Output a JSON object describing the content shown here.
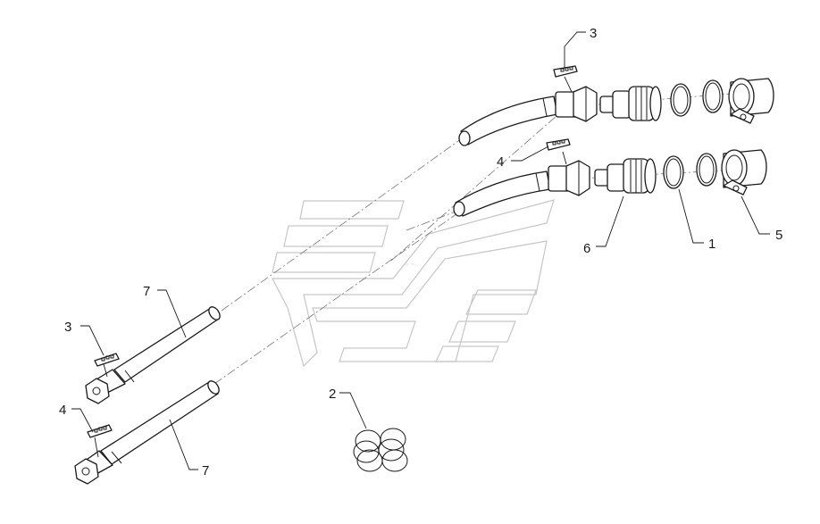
{
  "callouts": [
    {
      "id": "c-3-top",
      "label": "3"
    },
    {
      "id": "c-4-mid",
      "label": "4"
    },
    {
      "id": "c-6",
      "label": "6"
    },
    {
      "id": "c-1",
      "label": "1"
    },
    {
      "id": "c-5",
      "label": "5"
    },
    {
      "id": "c-7-upper",
      "label": "7"
    },
    {
      "id": "c-3-left",
      "label": "3"
    },
    {
      "id": "c-4-left",
      "label": "4"
    },
    {
      "id": "c-7-lower",
      "label": "7"
    },
    {
      "id": "c-2",
      "label": "2"
    }
  ],
  "colors": {
    "line": "#1a1a1a",
    "watermark": "#c6c6c6",
    "background": "#ffffff"
  }
}
